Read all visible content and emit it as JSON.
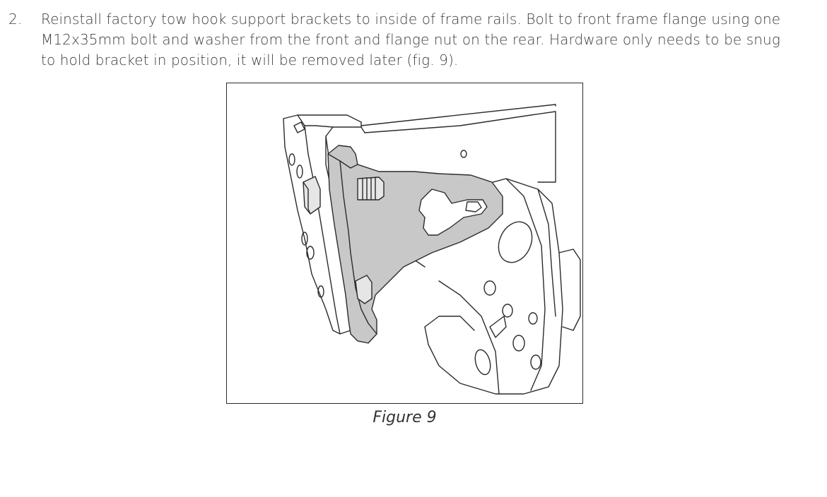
{
  "step": {
    "number": "2.",
    "lines": [
      "Reinstall factory tow hook support brackets to inside of frame rails. Bolt to front frame flange using one",
      "M12x35mm bolt and washer from the front and flange nut on the rear. Hardware only needs to be snug",
      "to hold bracket in position, it will be removed later (fig. 9)."
    ]
  },
  "figure": {
    "caption": "Figure 9",
    "illustration": "tow-hook-support-bracket-illustration",
    "colors": {
      "outline": "#2b2b2b",
      "bracket_fill": "#c8c8c8",
      "frame_fill": "#ffffff"
    }
  }
}
